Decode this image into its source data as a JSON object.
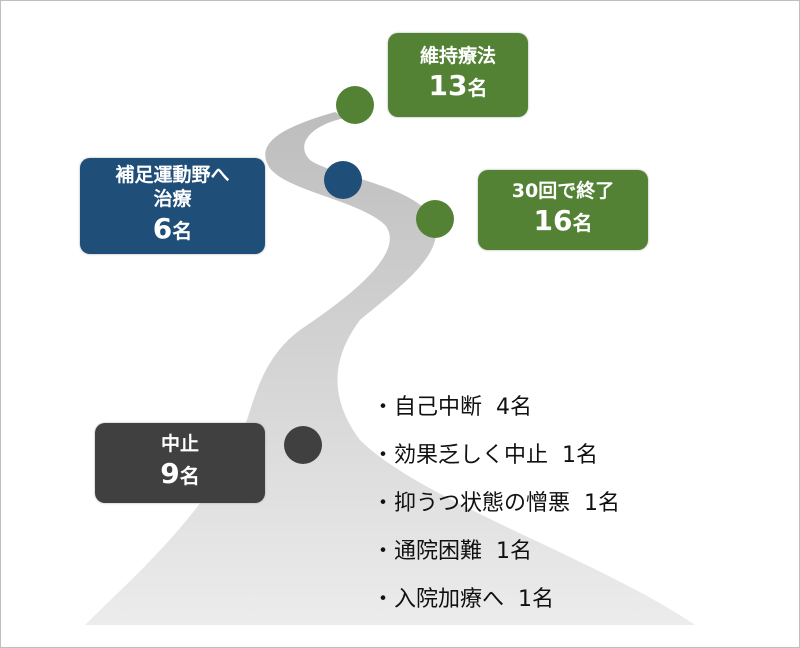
{
  "outcomes": {
    "maintenance": {
      "label": "維持療法",
      "count": "13",
      "unit": "名"
    },
    "completed": {
      "label": "30回で終了",
      "count": "16",
      "unit": "名"
    },
    "sma": {
      "label1": "補足運動野へ",
      "label2": "治療",
      "count": "6",
      "unit": "名"
    },
    "discontinued": {
      "label": "中止",
      "count": "9",
      "unit": "名"
    }
  },
  "reasons": [
    "・自己中断  4名",
    "・効果乏しく中止  1名",
    "・抑うつ状態の憎悪  1名",
    "・通院困難  1名",
    "・入院加療へ  1名"
  ],
  "colors": {
    "green": "#548235",
    "blue": "#1f4e79",
    "dark": "#404040",
    "road": "#c8c8c8"
  }
}
